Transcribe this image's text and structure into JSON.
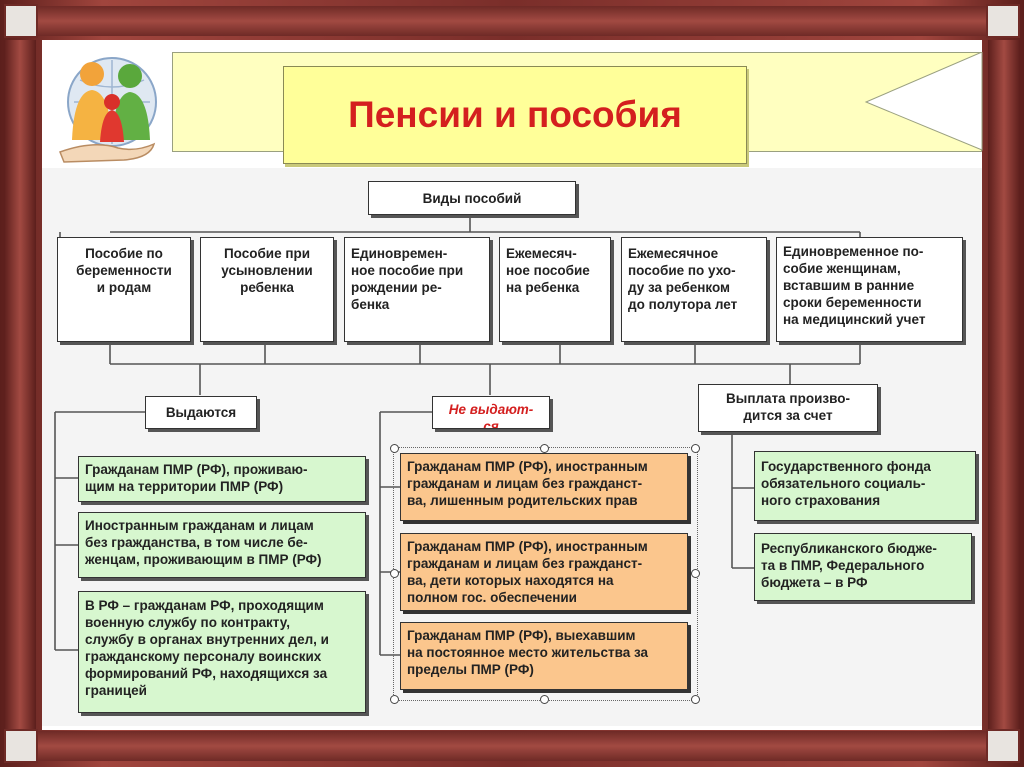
{
  "title": "Пенсии и пособия",
  "types_header": "Виды пособий",
  "benefit_types": [
    "Пособие по\nбеременности\nи родам",
    "Пособие при\nусыновлении\nребенка",
    "Единовремен-\nное пособие при\nрождении ре-\nбенка",
    "Ежемесяч-\nное пособие\nна ребенка",
    "Ежемесячное\nпособие по ухо-\nду за ребенком\nдо полутора лет",
    "Единовременное по-\nсобие женщинам,\nвставшим в ранние\nсроки беременности\nна медицинский учет"
  ],
  "issued": {
    "header": "Выдаются",
    "items": [
      "Гражданам ПМР (РФ), проживаю-\nщим на территории ПМР (РФ)",
      "Иностранным гражданам и лицам\nбез гражданства, в том числе бе-\nженцам, проживающим в ПМР (РФ)",
      "В РФ – гражданам РФ, проходящим\nвоенную службу по контракту,\nслужбу в органах внутренних дел, и\nгражданскому персоналу воинских\nформирований РФ, находящихся за\nграницей"
    ]
  },
  "not_issued": {
    "header": "Не выдают-\nся",
    "items": [
      "Гражданам ПМР (РФ), иностранным\nгражданам и лицам без гражданст-\nва, лишенным родительских прав",
      "Гражданам ПМР (РФ), иностранным\nгражданам и лицам без гражданст-\nва, дети которых находятся на\nполном гос. обеспечении",
      "Гражданам ПМР (РФ), выехавшим\nна постоянное место жительства за\nпределы ПМР (РФ)"
    ]
  },
  "funding": {
    "header": "Выплата произво-\nдится за счет",
    "items": [
      "Государственного фонда\nобязательного социаль-\nного страхования",
      "Республиканского бюдже-\nта в ПМР, Федерального\nбюджета – в РФ"
    ]
  },
  "colors": {
    "title": "#d41f1f",
    "frame": "#7a2e2a",
    "green_box": "#d7f7cf",
    "orange_box": "#fbc68d",
    "ribbon": "#ffff99"
  }
}
